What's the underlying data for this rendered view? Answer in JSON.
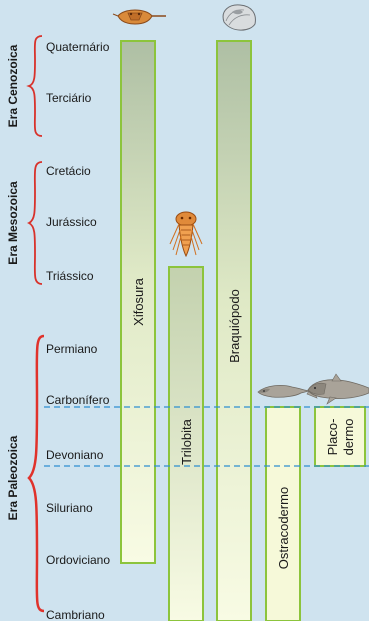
{
  "eras": [
    {
      "name": "Era Cenozoica",
      "periods": [
        "Quaternário",
        "Terciário"
      ]
    },
    {
      "name": "Era Mesozoica",
      "periods": [
        "Cretácio",
        "Jurássico",
        "Triássico"
      ]
    },
    {
      "name": "Era Paleozoica",
      "periods": [
        "Permiano",
        "Carbonífero",
        "Devoniano",
        "Siluriano",
        "Ordoviciano",
        "Cambriano"
      ]
    }
  ],
  "groups": [
    {
      "label": "Xifosura",
      "icon": "horseshoe-crab-icon"
    },
    {
      "label": "Trilobita",
      "icon": "trilobite-icon"
    },
    {
      "label": "Braquiópodo",
      "icon": "brachiopod-shell-icon"
    },
    {
      "label": "Ostracodermo",
      "icon": "ostracoderm-fish-icon"
    },
    {
      "label_line1": "Placo-",
      "label_line2": "dermo",
      "icon": "placoderm-fish-icon"
    }
  ],
  "colors": {
    "background": "#cfe3ef",
    "brace_cenozoic": "#d8322b",
    "brace_mesozoic": "#d8322b",
    "brace_paleozoic": "#d8322b",
    "bar_border": "#8cc43c",
    "bar_fill_light": "#f4f8dc",
    "bar_fill_dark": "#b9c8a6",
    "dashed_line": "#2d8fd0"
  }
}
